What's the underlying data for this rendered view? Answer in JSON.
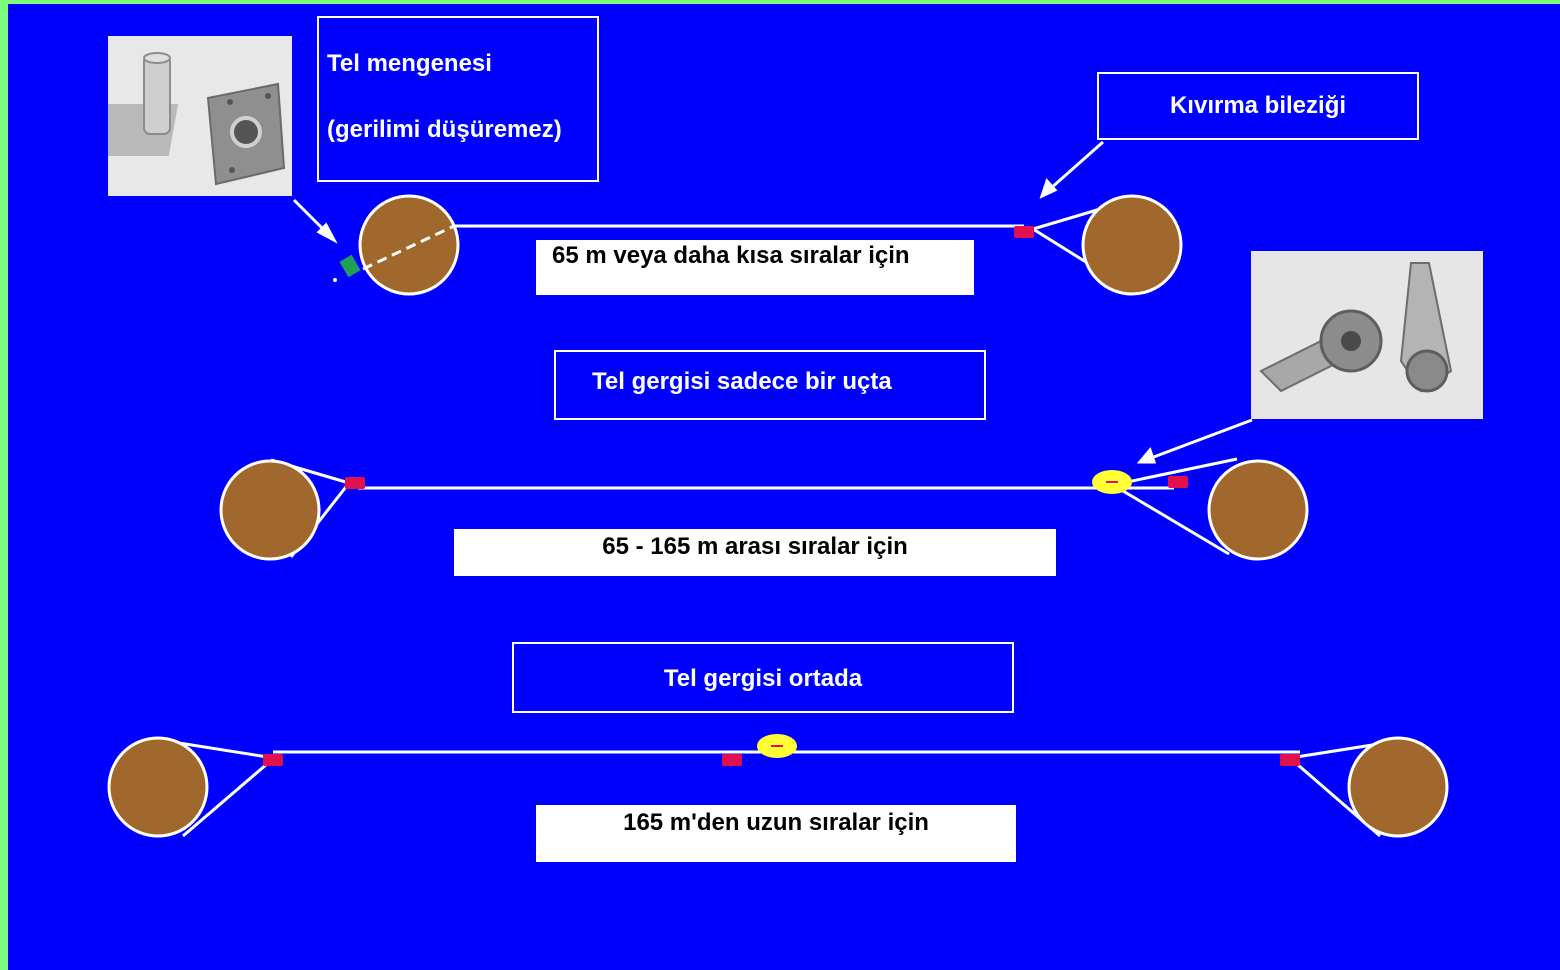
{
  "labels": {
    "tel_mengenesi_line1": "Tel mengenesi",
    "tel_mengenesi_line2": "(gerilimi düşüremez)",
    "kivirma_bilezigi": "Kıvırma bileziği",
    "row1_caption": "65 m veya daha kısa sıralar için",
    "row2_title": "Tel gergisi sadece bir uçta",
    "row2_caption": "65 - 165 m arası sıralar için",
    "row3_title": "Tel gergisi ortada",
    "row3_caption": "165 m'den uzun sıralar için"
  },
  "colors": {
    "background": "#0000FF",
    "post": "#A0682D",
    "wire": "#FFFFFF",
    "crimp_sleeve": "#E0114E",
    "tensioner": "#FFFF33",
    "wire_vise": "#1EA05A",
    "border": "#7CFC7C"
  }
}
